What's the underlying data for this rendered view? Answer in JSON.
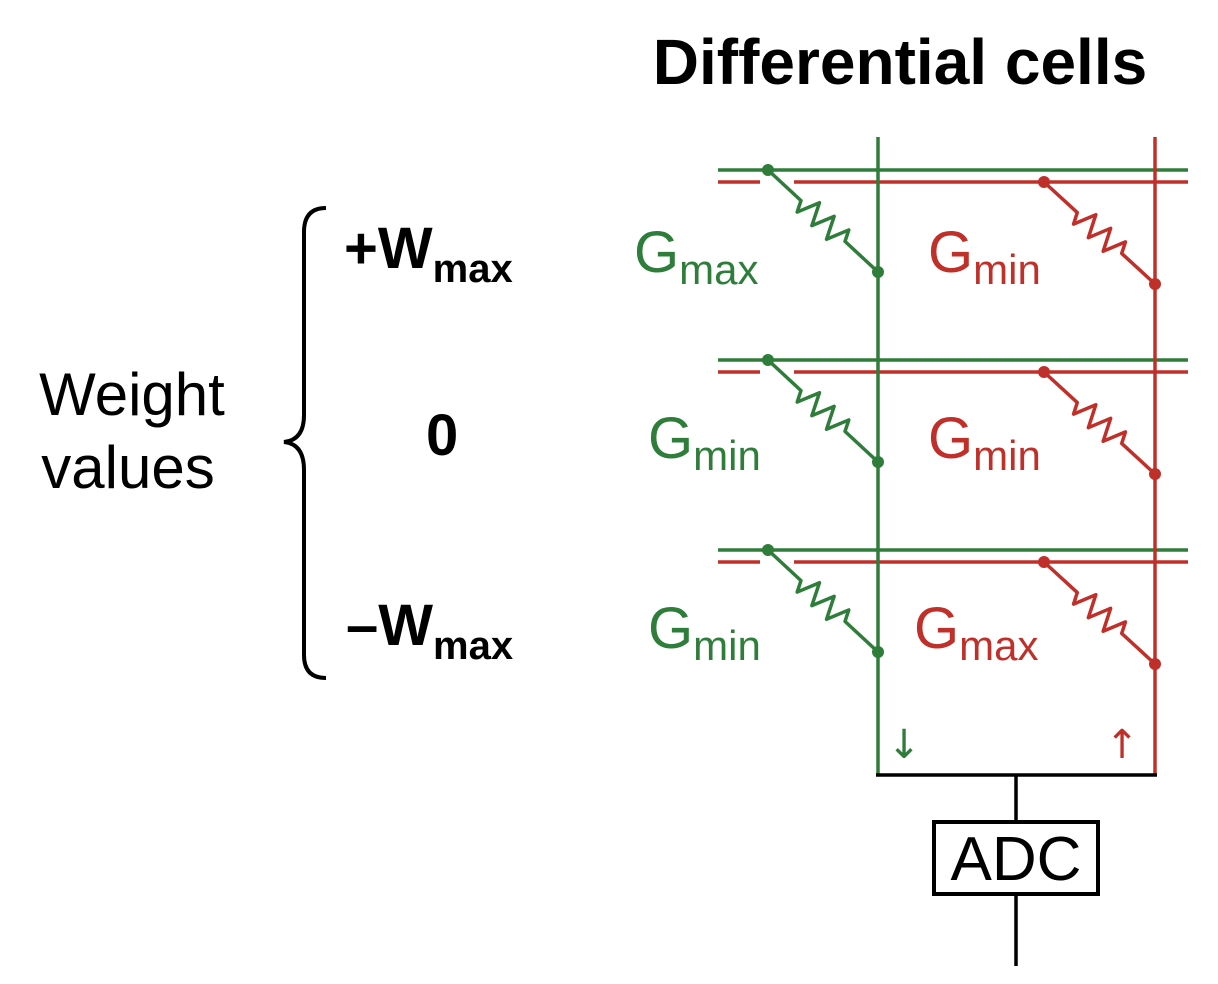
{
  "title": "Differential cells",
  "side_label": {
    "line1": "Weight",
    "line2": "values"
  },
  "rows": [
    {
      "weight": {
        "prefix": "+W",
        "sub": "max"
      },
      "g_pos": {
        "main": "G",
        "sub": "max"
      },
      "g_neg": {
        "main": "G",
        "sub": "min"
      }
    },
    {
      "weight": {
        "prefix": "0",
        "sub": ""
      },
      "g_pos": {
        "main": "G",
        "sub": "min"
      },
      "g_neg": {
        "main": "G",
        "sub": "min"
      }
    },
    {
      "weight": {
        "prefix": "–W",
        "sub": "max"
      },
      "g_pos": {
        "main": "G",
        "sub": "min"
      },
      "g_neg": {
        "main": "G",
        "sub": "max"
      }
    }
  ],
  "adc_label": "ADC",
  "current_arrows": {
    "positive": "↓",
    "negative": "↑"
  },
  "colors": {
    "positive": "#2e7d3a",
    "negative": "#c0302a",
    "ink": "#000000"
  }
}
